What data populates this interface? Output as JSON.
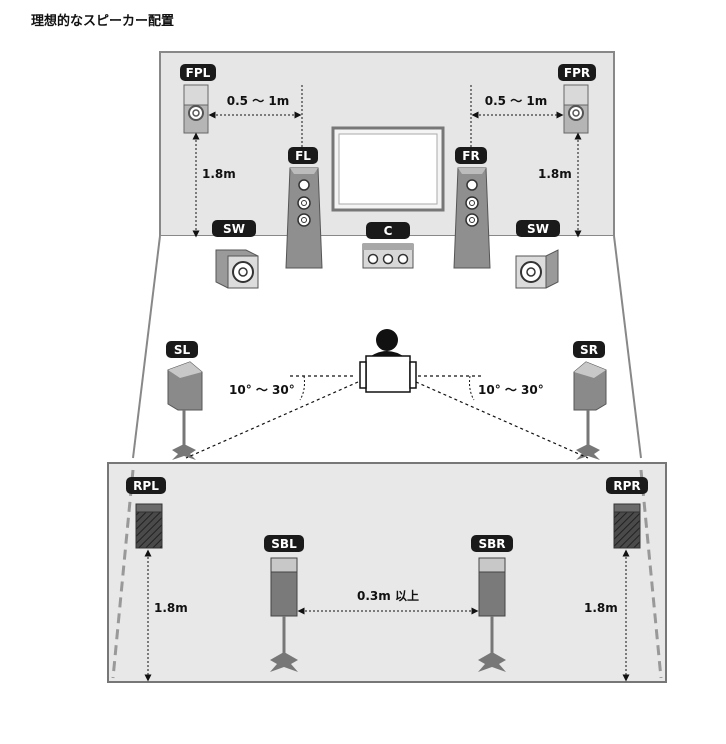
{
  "title": "理想的なスピーカー配置",
  "speakers": {
    "fpl": "FPL",
    "fpr": "FPR",
    "fl": "FL",
    "fr": "FR",
    "c": "C",
    "sw_left": "SW",
    "sw_right": "SW",
    "sl": "SL",
    "sr": "SR",
    "rpl": "RPL",
    "rpr": "RPR",
    "sbl": "SBL",
    "sbr": "SBR"
  },
  "dimensions": {
    "fpl_to_fl": "0.5 ～ 1m",
    "fpr_to_fr": "0.5 ～ 1m",
    "fpl_height": "1.8m",
    "fpr_height": "1.8m",
    "sl_angle": "10° ～ 30°",
    "sr_angle": "10° ～ 30°",
    "sbl_to_sbr": "0.3m 以上",
    "rpl_height": "1.8m",
    "rpr_height": "1.8m"
  },
  "colors": {
    "badge": "#1a1a1a",
    "wall": "#e8e8e8",
    "speaker_front": "#f2f2f2",
    "speaker_side": "#7a7a7a"
  }
}
